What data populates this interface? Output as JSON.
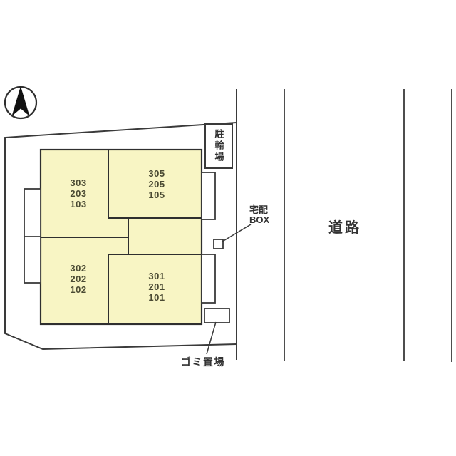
{
  "diagram": {
    "type": "site-plan",
    "compass_icon": "north-arrow",
    "labels": {
      "bicycle_parking": "駐輪場",
      "delivery_box_line1": "宅配",
      "delivery_box_line2": "BOX",
      "garbage_area": "ゴミ置場",
      "road": "道路"
    },
    "building": {
      "units": [
        {
          "name": "unit-303",
          "lines": [
            "303",
            "203",
            "103"
          ]
        },
        {
          "name": "unit-305",
          "lines": [
            "305",
            "205",
            "105"
          ]
        },
        {
          "name": "unit-302",
          "lines": [
            "302",
            "202",
            "102"
          ]
        },
        {
          "name": "unit-301",
          "lines": [
            "301",
            "201",
            "101"
          ]
        }
      ]
    },
    "colors": {
      "unit_fill": "#f8f5c4",
      "line": "#3a3a3a",
      "text": "#333333",
      "background": "#ffffff"
    }
  }
}
